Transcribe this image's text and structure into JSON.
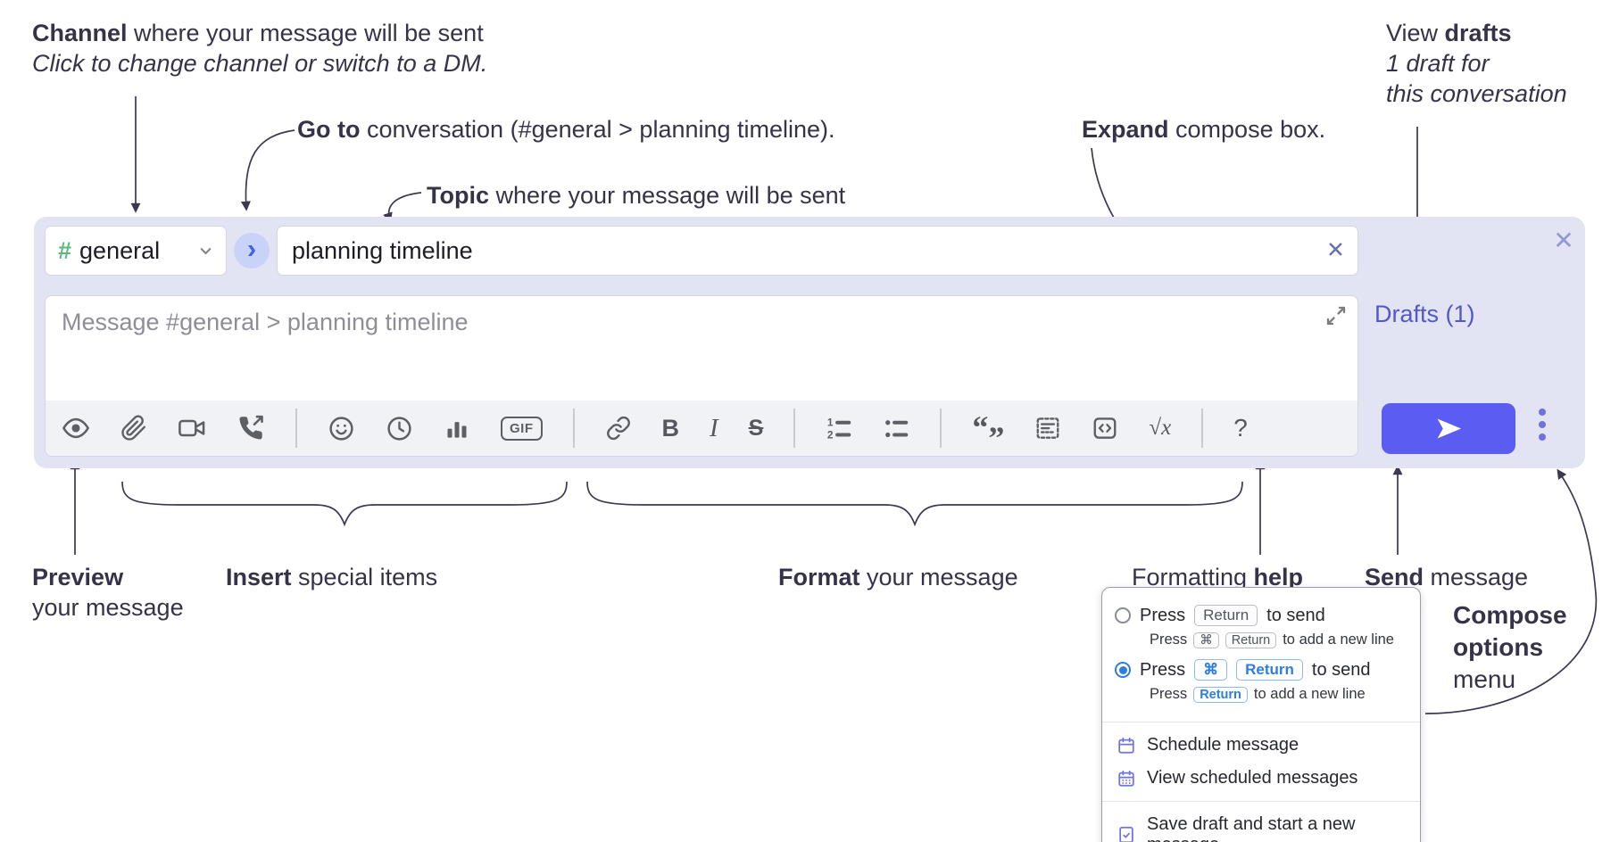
{
  "annotations": {
    "channel": {
      "bold": "Channel",
      "rest": " where your message will be sent",
      "sub": "Click to change channel or switch to a DM."
    },
    "goto": {
      "bold": "Go to",
      "rest": " conversation (#general > planning timeline)."
    },
    "topic": {
      "bold": "Topic",
      "rest": " where your message will be sent"
    },
    "expand": {
      "bold": "Expand",
      "rest": " compose box."
    },
    "view_drafts": {
      "pre": "View ",
      "bold": "drafts",
      "line2": "1 draft for",
      "line3": "this conversation"
    },
    "preview": {
      "bold": "Preview",
      "line2": "your message"
    },
    "insert": {
      "bold": "Insert",
      "rest": " special items"
    },
    "format": {
      "bold": "Format",
      "rest": " your message"
    },
    "formatting_help": {
      "pre": "Formatting ",
      "bold": "help"
    },
    "send": {
      "bold": "Send",
      "rest": " message"
    },
    "compose_options": {
      "line1": "Compose",
      "line2": "options",
      "line3": "menu"
    }
  },
  "compose": {
    "channel_name": "general",
    "hash": "#",
    "goto_chevron": "›",
    "topic_value": "planning timeline",
    "topic_clear": "✕",
    "box_close": "✕",
    "message_placeholder": "Message #general > planning timeline",
    "drafts_link": "Drafts (1)",
    "toolbar": {
      "gif": "GIF",
      "bold": "B",
      "italic": "I",
      "strike": "S",
      "math": "√x",
      "help": "?",
      "quote_open": "“",
      "quote_close": "”",
      "ol_1": "1",
      "ol_2": "2"
    }
  },
  "menu": {
    "options": [
      {
        "press": "Press",
        "keys": [
          "Return"
        ],
        "after": "to send",
        "sub_press": "Press",
        "sub_keys": [
          "⌘",
          "Return"
        ],
        "sub_after": "to add a new line",
        "selected": false
      },
      {
        "press": "Press",
        "keys": [
          "⌘",
          "Return"
        ],
        "after": "to send",
        "sub_press": "Press",
        "sub_keys": [
          "Return"
        ],
        "sub_after": "to add a new line",
        "selected": true
      }
    ],
    "items": [
      {
        "label": "Schedule message"
      },
      {
        "label": "View scheduled messages"
      },
      {
        "label": "Save draft and start a new message"
      }
    ]
  },
  "colors": {
    "compose_background": "#e3e4f3",
    "send_button": "#5b5cf1",
    "drafts_link": "#5457c8",
    "hash_green": "#5cba7d",
    "selected_radio_blue": "#2e7de0",
    "menu_icon_purple": "#6f72e8",
    "annotation_text": "#363349"
  }
}
